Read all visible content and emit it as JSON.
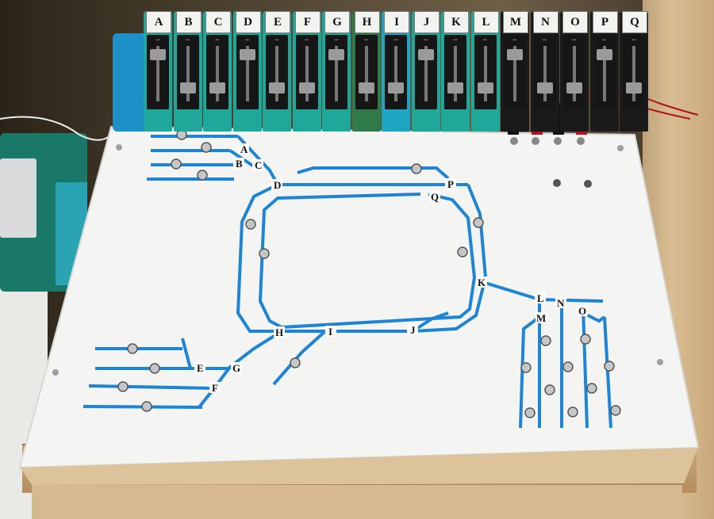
{
  "lever_frame": {
    "levers": [
      {
        "label": "A",
        "color": "#1fa89a"
      },
      {
        "label": "B",
        "color": "#1fa89a"
      },
      {
        "label": "C",
        "color": "#1fa89a"
      },
      {
        "label": "D",
        "color": "#1fa89a"
      },
      {
        "label": "E",
        "color": "#1fa89a"
      },
      {
        "label": "F",
        "color": "#1fa89a"
      },
      {
        "label": "G",
        "color": "#1fa89a"
      },
      {
        "label": "H",
        "color": "#2e7a48"
      },
      {
        "label": "I",
        "color": "#1fa5c4"
      },
      {
        "label": "J",
        "color": "#1fa89a"
      },
      {
        "label": "K",
        "color": "#1fa89a"
      },
      {
        "label": "L",
        "color": "#1fa89a"
      },
      {
        "label": "M",
        "color": "#1a1a1a"
      },
      {
        "label": "N",
        "color": "#1a1a1a"
      },
      {
        "label": "O",
        "color": "#1a1a1a"
      },
      {
        "label": "P",
        "color": "#1a1a1a"
      },
      {
        "label": "Q",
        "color": "#1a1a1a"
      }
    ]
  },
  "track_labels": {
    "A": "A",
    "B": "B",
    "C": "C",
    "D": "D",
    "E": "E",
    "F": "F",
    "G": "G",
    "H": "H",
    "I": "I",
    "J": "J",
    "K": "K",
    "L": "L",
    "M": "M",
    "N": "N",
    "O": "O",
    "P": "P",
    "Q": "Q"
  },
  "colors": {
    "track": "#1e84d6",
    "panel": "#f4f5f2",
    "switch_metal": "#bfc2c4"
  }
}
